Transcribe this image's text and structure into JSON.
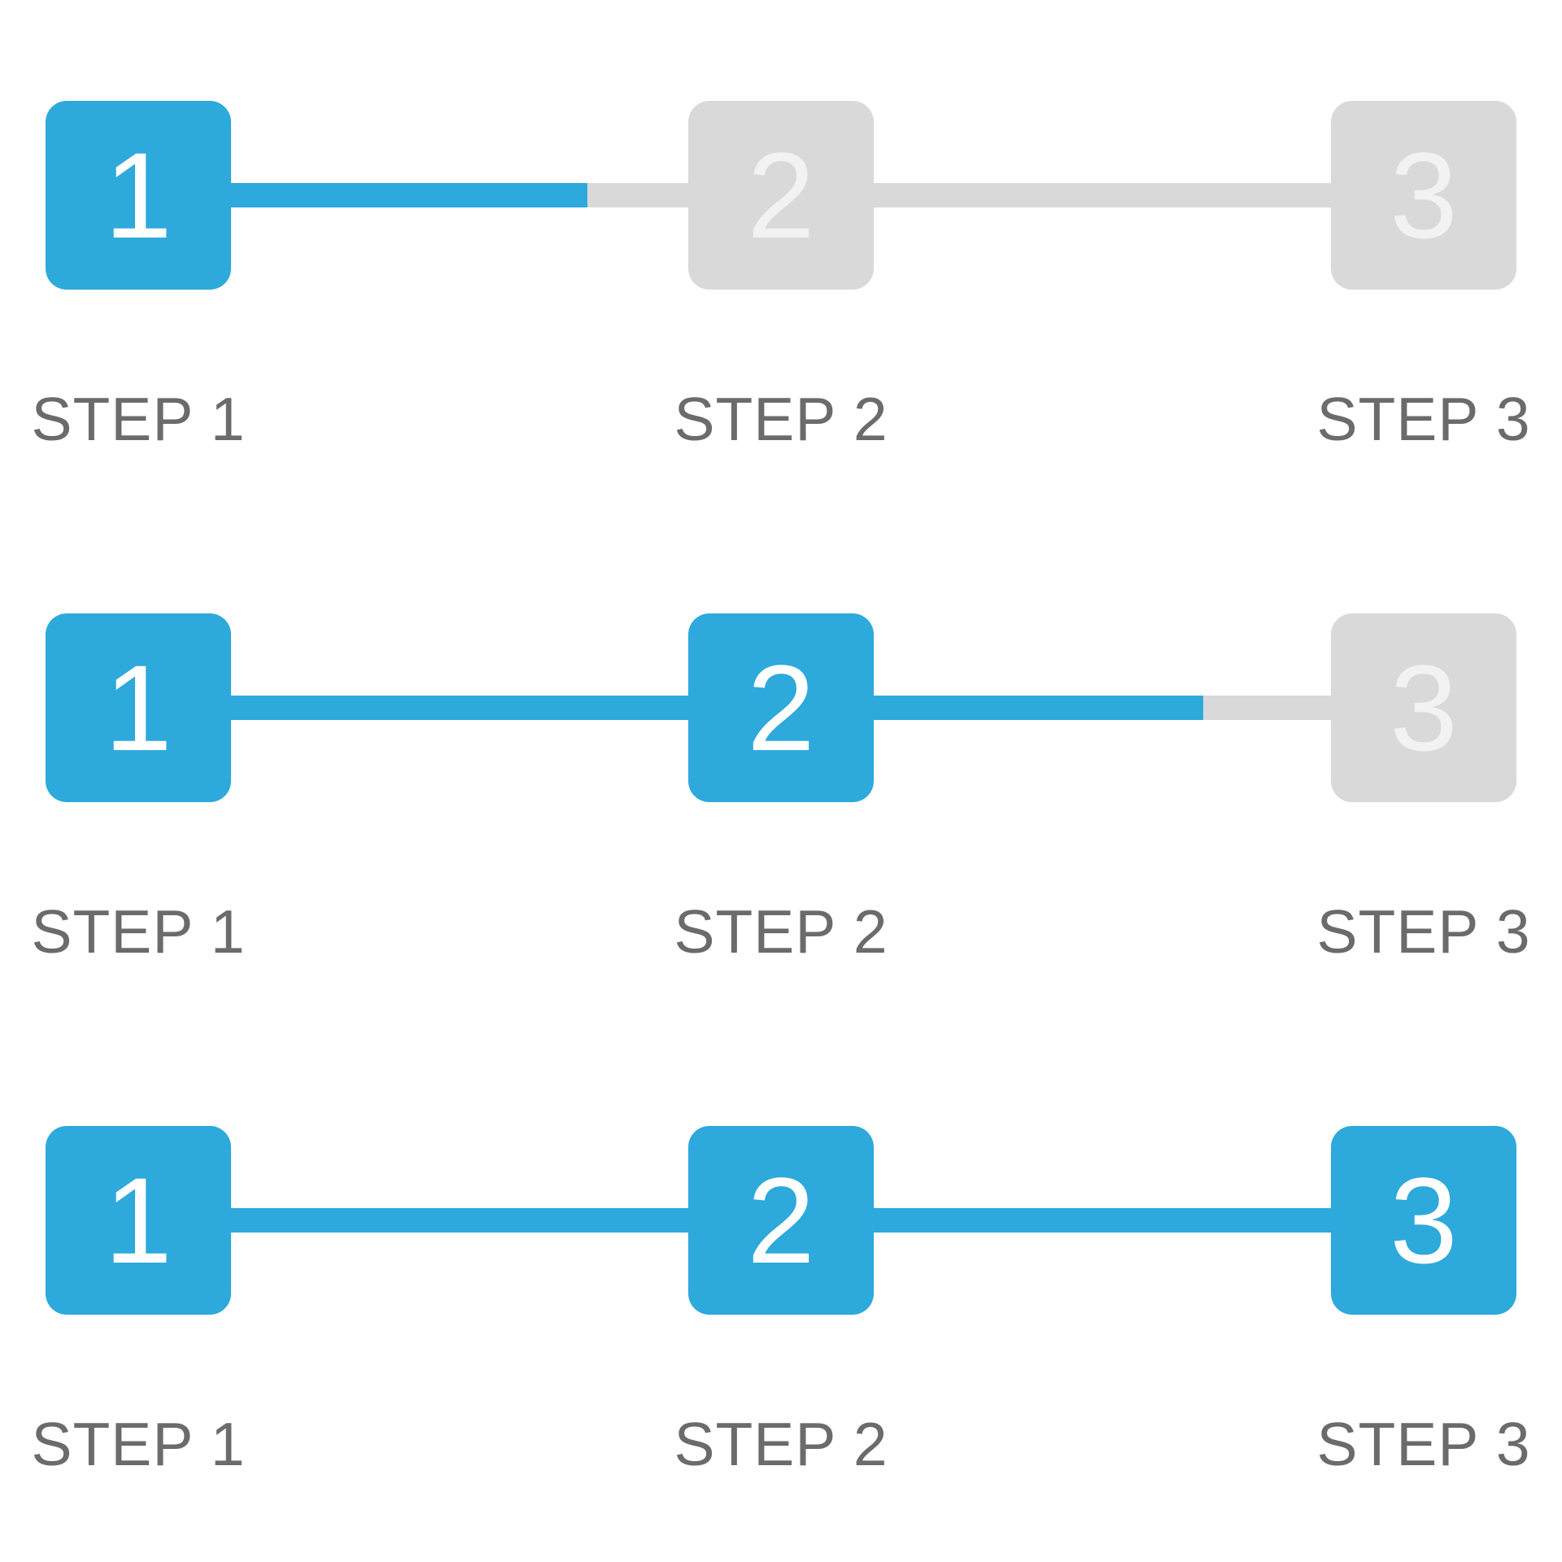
{
  "canvas": {
    "background": "#ffffff"
  },
  "colors": {
    "active": "#2da9dc",
    "inactive": "#d9d9d9",
    "label_text": "#6b6b6b",
    "digit_on_active": "#ffffff",
    "digit_on_inactive": "#f2f2f2"
  },
  "steppers": [
    {
      "steps": [
        {
          "number": "1",
          "label": "STEP 1",
          "state": "active"
        },
        {
          "number": "2",
          "label": "STEP 2",
          "state": "inactive"
        },
        {
          "number": "3",
          "label": "STEP 3",
          "state": "inactive"
        }
      ],
      "connectors": [
        {
          "fill_percent": 78
        },
        {
          "fill_percent": 0
        }
      ]
    },
    {
      "steps": [
        {
          "number": "1",
          "label": "STEP 1",
          "state": "active"
        },
        {
          "number": "2",
          "label": "STEP 2",
          "state": "active"
        },
        {
          "number": "3",
          "label": "STEP 3",
          "state": "inactive"
        }
      ],
      "connectors": [
        {
          "fill_percent": 100
        },
        {
          "fill_percent": 72
        }
      ]
    },
    {
      "steps": [
        {
          "number": "1",
          "label": "STEP 1",
          "state": "active"
        },
        {
          "number": "2",
          "label": "STEP 2",
          "state": "active"
        },
        {
          "number": "3",
          "label": "STEP 3",
          "state": "active"
        }
      ],
      "connectors": [
        {
          "fill_percent": 100
        },
        {
          "fill_percent": 100
        }
      ]
    }
  ]
}
